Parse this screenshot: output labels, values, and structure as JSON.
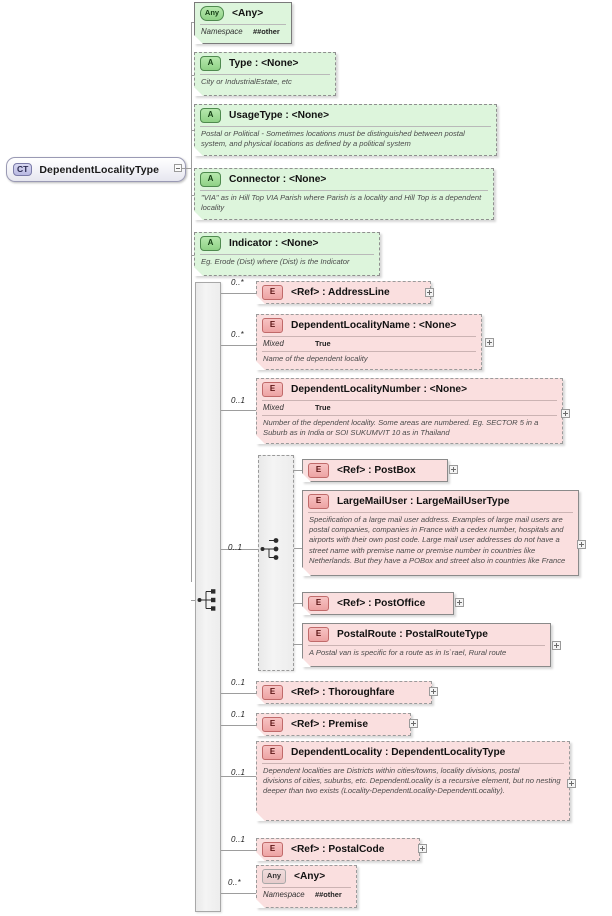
{
  "diagram": {
    "title": "DependentLocalityType",
    "root": {
      "badge": "CT",
      "label": "DependentLocalityType"
    },
    "colors": {
      "attribute_fill": "#ddf5dc",
      "element_fill": "#fadfdf",
      "root_fill": "#e6e6ef",
      "compositor_fill": "#f0f0f0",
      "border": "#9a9a9a"
    },
    "compositors": [
      {
        "name": "sequence",
        "icon": "sequence-icon"
      },
      {
        "name": "choice",
        "icon": "choice-icon"
      }
    ],
    "attributes": [
      {
        "badge": "Any",
        "name": "<Any>",
        "prop_key": "Namespace",
        "prop_val": "##other",
        "doc": "",
        "optional": false
      },
      {
        "badge": "A",
        "name": "Type        : <None>",
        "doc": "City or IndustrialEstate, etc",
        "optional": true
      },
      {
        "badge": "A",
        "name": "UsageType : <None>",
        "doc": "Postal or Political - Sometimes locations must be distinguished between postal system, and physical locations as defined by a political system",
        "optional": true
      },
      {
        "badge": "A",
        "name": "Connector : <None>",
        "doc": "\"VIA\" as in Hill Top VIA Parish where Parish is a locality and Hill Top is a dependent locality",
        "optional": true
      },
      {
        "badge": "A",
        "name": "Indicator : <None>",
        "doc": "Eg. Erode (Dist) where (Dist) is the Indicator",
        "optional": true
      }
    ],
    "elements": [
      {
        "badge": "E",
        "name": "<Ref>        : AddressLine",
        "occurrence": "0..*",
        "doc": "",
        "has_plus": true
      },
      {
        "badge": "E",
        "name": "DependentLocalityName : <None>",
        "occurrence": "0..*",
        "prop_key": "Mixed",
        "prop_val": "True",
        "doc": "Name of the dependent locality",
        "has_plus": true
      },
      {
        "badge": "E",
        "name": "DependentLocalityNumber : <None>",
        "occurrence": "0..1",
        "prop_key": "Mixed",
        "prop_val": "True",
        "doc": "Number of the dependent locality. Some areas are numbered. Eg. SECTOR 5 in a Suburb as in India or SOI SUKUMVIT 10 as in Thailand",
        "has_plus": true
      }
    ],
    "choice_group": {
      "occurrence": "0..1",
      "members": [
        {
          "badge": "E",
          "name": "<Ref>        : PostBox",
          "doc": "",
          "has_plus": true
        },
        {
          "badge": "E",
          "name": "LargeMailUser : LargeMailUserType",
          "doc": "Specification of a large mail user address. Examples of large mail users are postal companies, companies in France with a cedex number, hospitals and airports with their own post code. Large mail user addresses do not have a street name with premise name or premise number in countries like Netherlands. But they have a POBox and street also in countries like France",
          "has_plus": true
        },
        {
          "badge": "E",
          "name": "<Ref>        : PostOffice",
          "doc": "",
          "has_plus": true
        },
        {
          "badge": "E",
          "name": "PostalRoute : PostalRouteType",
          "doc": "A Postal van is specific for a route as in Is`rael, Rural route",
          "has_plus": true
        }
      ]
    },
    "tail_elements": [
      {
        "badge": "E",
        "name": "<Ref>        : Thoroughfare",
        "occurrence": "0..1",
        "doc": "",
        "has_plus": true
      },
      {
        "badge": "E",
        "name": "<Ref>        : Premise",
        "occurrence": "0..1",
        "doc": "",
        "has_plus": true
      },
      {
        "badge": "E",
        "name": "DependentLocality : DependentLocalityType",
        "occurrence": "0..1",
        "doc": "Dependent localities are Districts within cities/towns, locality divisions, postal\ndivisions of cities, suburbs, etc. DependentLocality is a recursive element, but no nesting deeper than two exists (Locality-DependentLocality-DependentLocality).",
        "has_plus": true
      },
      {
        "badge": "E",
        "name": "<Ref>        : PostalCode",
        "occurrence": "0..1",
        "doc": "",
        "has_plus": true
      },
      {
        "badge": "Any",
        "name": "<Any>",
        "occurrence": "0..*",
        "prop_key": "Namespace",
        "prop_val": "##other",
        "doc": "",
        "has_plus": false
      }
    ]
  }
}
